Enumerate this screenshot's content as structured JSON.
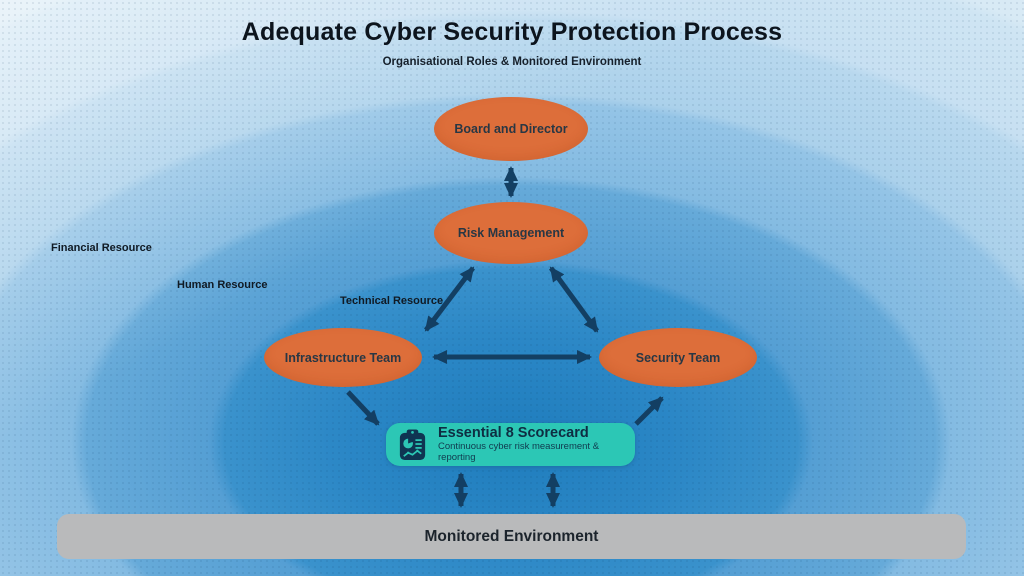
{
  "title": "Adequate Cyber Security Protection Process",
  "subtitle": "Organisational Roles & Monitored Environment",
  "rings": [
    {
      "label": "Financial Resource"
    },
    {
      "label": "Human Resource"
    },
    {
      "label": "Technical Resource"
    }
  ],
  "nodes": {
    "board": {
      "label": "Board and Director"
    },
    "risk": {
      "label": "Risk Management"
    },
    "infrastructure": {
      "label": "Infrastructure Team"
    },
    "security": {
      "label": "Security Team"
    }
  },
  "scorecard": {
    "title": "Essential 8 Scorecard",
    "subtitle": "Continuous cyber risk measurement & reporting",
    "icon": "scorecard-clipboard-icon"
  },
  "environment": {
    "label": "Monitored Environment"
  },
  "colors": {
    "node_orange": "#dd6e3a",
    "arrow_navy": "#133f63",
    "scorecard_teal": "#2cc7b5",
    "environment_gray": "#b9babb",
    "ring_center_blue": "#1f7dbd",
    "ring_outer_blue": "#ddecf6",
    "title_text": "#0c141d"
  }
}
